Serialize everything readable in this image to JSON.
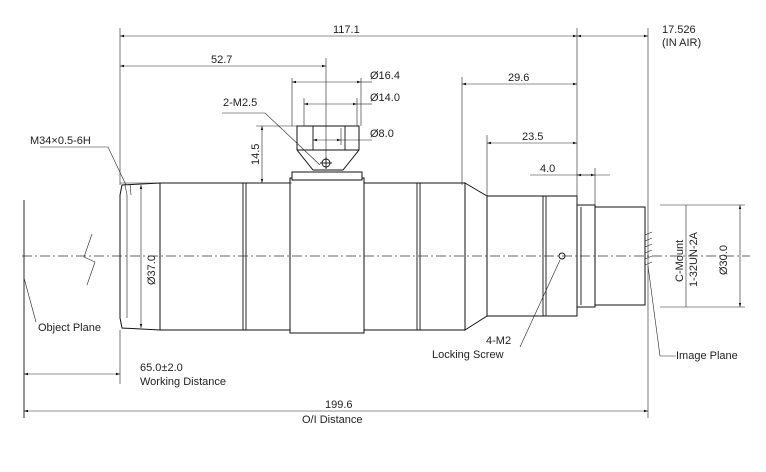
{
  "dimensions": {
    "length_total": "117.1",
    "back_focal": "17.526",
    "back_focal_note": "(IN AIR)",
    "to_knob": "52.7",
    "dia_16_4": "Ø16.4",
    "dia_14_0": "Ø14.0",
    "dia_8_0": "Ø8.0",
    "screw_2m25": "2-M2.5",
    "height_14_5": "14.5",
    "thread_front": "M34×0.5-6H",
    "rear_29_6": "29.6",
    "rear_23_5": "23.5",
    "rear_4_0": "4.0",
    "dia_37": "Ø37.0",
    "dia_30": "Ø30.0",
    "mount_line1": "C-Mount",
    "mount_line2": "1-32UN-2A",
    "locking_count": "4-M2",
    "locking_label": "Locking Screw",
    "object_plane": "Object Plane",
    "image_plane": "Image Plane",
    "working_distance_value": "65.0±2.0",
    "working_distance_label": "Working Distance",
    "oi_value": "199.6",
    "oi_label": "O/I Distance"
  }
}
